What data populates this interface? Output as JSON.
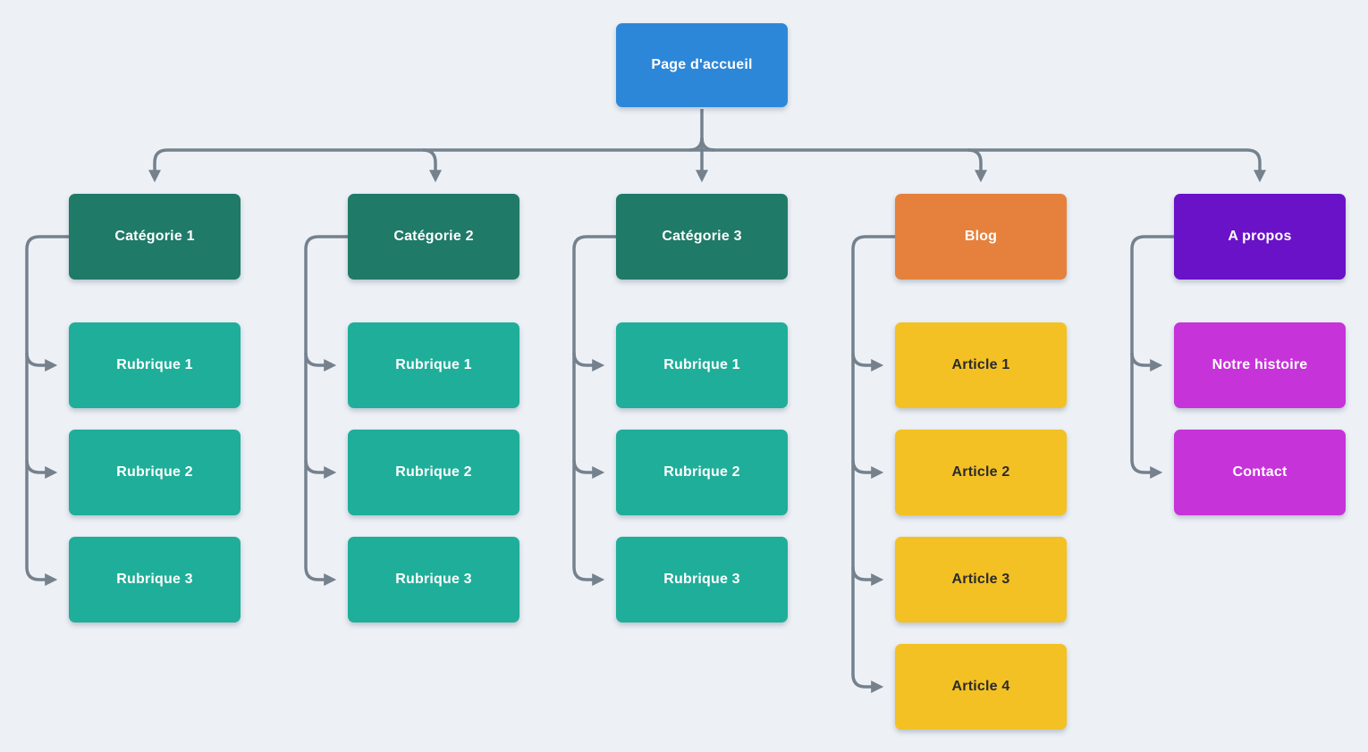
{
  "diagram": {
    "background_color": "#EDF1F6",
    "connector_color": "#75818D",
    "home": {
      "label": "Page d'accueil",
      "color": "#2D87D8",
      "text_color": "#FFFFFF"
    },
    "columns": [
      {
        "parent": {
          "label": "Catégorie 1",
          "color": "#1F7A68",
          "text_color": "#FFFFFF"
        },
        "children": [
          {
            "label": "Rubrique 1",
            "color": "#1FAE99",
            "text_color": "#FFFFFF"
          },
          {
            "label": "Rubrique 2",
            "color": "#1FAE99",
            "text_color": "#FFFFFF"
          },
          {
            "label": "Rubrique 3",
            "color": "#1FAE99",
            "text_color": "#FFFFFF"
          }
        ]
      },
      {
        "parent": {
          "label": "Catégorie 2",
          "color": "#1F7A68",
          "text_color": "#FFFFFF"
        },
        "children": [
          {
            "label": "Rubrique 1",
            "color": "#1FAE99",
            "text_color": "#FFFFFF"
          },
          {
            "label": "Rubrique 2",
            "color": "#1FAE99",
            "text_color": "#FFFFFF"
          },
          {
            "label": "Rubrique 3",
            "color": "#1FAE99",
            "text_color": "#FFFFFF"
          }
        ]
      },
      {
        "parent": {
          "label": "Catégorie 3",
          "color": "#1F7A68",
          "text_color": "#FFFFFF"
        },
        "children": [
          {
            "label": "Rubrique 1",
            "color": "#1FAE99",
            "text_color": "#FFFFFF"
          },
          {
            "label": "Rubrique 2",
            "color": "#1FAE99",
            "text_color": "#FFFFFF"
          },
          {
            "label": "Rubrique 3",
            "color": "#1FAE99",
            "text_color": "#FFFFFF"
          }
        ]
      },
      {
        "parent": {
          "label": "Blog",
          "color": "#E5813C",
          "text_color": "#FFFFFF"
        },
        "children": [
          {
            "label": "Article 1",
            "color": "#F3C124",
            "text_color": "#2B2B2B"
          },
          {
            "label": "Article 2",
            "color": "#F3C124",
            "text_color": "#2B2B2B"
          },
          {
            "label": "Article 3",
            "color": "#F3C124",
            "text_color": "#2B2B2B"
          },
          {
            "label": "Article 4",
            "color": "#F3C124",
            "text_color": "#2B2B2B"
          }
        ]
      },
      {
        "parent": {
          "label": "A propos",
          "color": "#6A12C8",
          "text_color": "#FFFFFF"
        },
        "children": [
          {
            "label": "Notre histoire",
            "color": "#C633D9",
            "text_color": "#FFFFFF"
          },
          {
            "label": "Contact",
            "color": "#C633D9",
            "text_color": "#FFFFFF"
          }
        ]
      }
    ]
  }
}
